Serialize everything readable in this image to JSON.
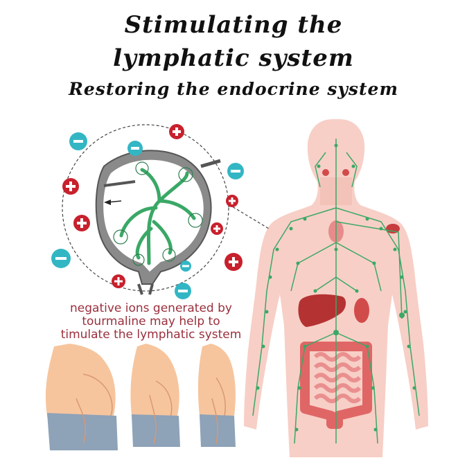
{
  "header": {
    "title_line1": "Stimulating the",
    "title_line2": "lymphatic system",
    "subtitle": "Restoring the endocrine system"
  },
  "caption": {
    "line1": "negative ions generated by",
    "line2": "tourmaline may help to",
    "line3": "timulate the lymphatic system"
  },
  "colors": {
    "body_fill": "#f7cfc6",
    "lymph_green": "#3aa866",
    "ion_negative": "#33b6c4",
    "ion_positive": "#c8202d",
    "organ_red": "#c73c3c",
    "caption_red": "#9a2f3c",
    "shorts_blue": "#8ea2b8",
    "skin": "#f6c59e"
  },
  "ions": {
    "negative_symbol": "minus-icon",
    "positive_symbol": "plus-icon"
  }
}
